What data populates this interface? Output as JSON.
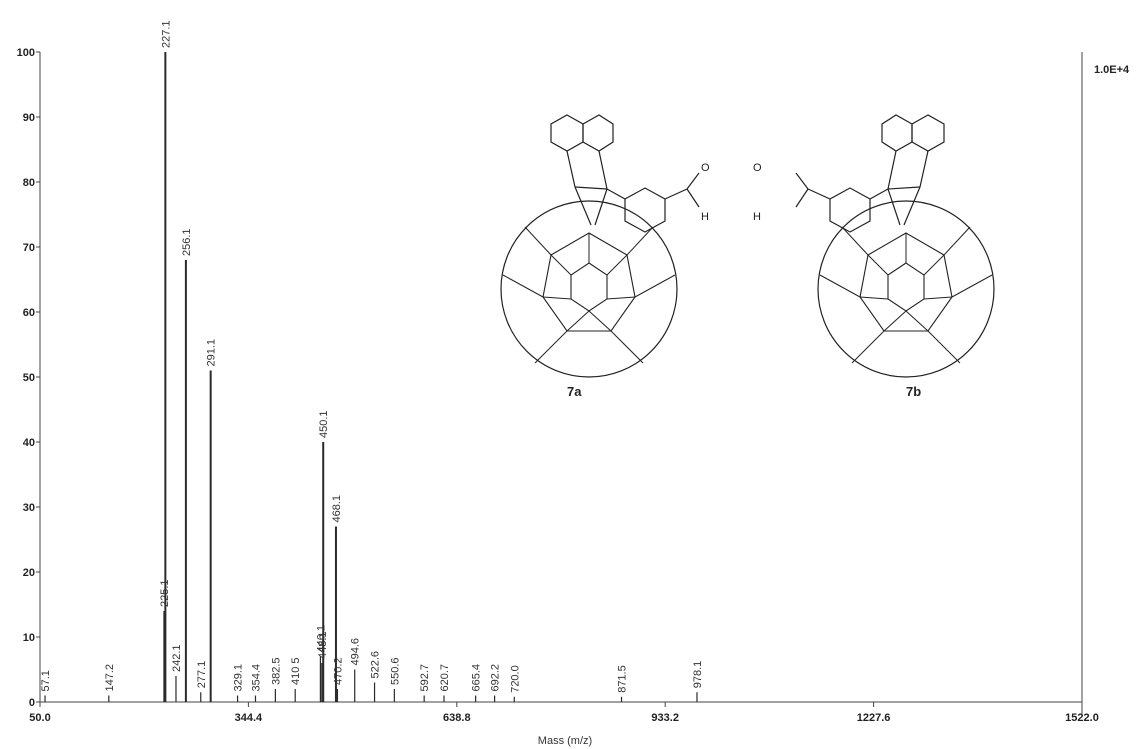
{
  "chart_data": {
    "type": "bar",
    "title": "",
    "xlabel": "Mass (m/z)",
    "ylabel": "",
    "xlim": [
      50.0,
      1522.0
    ],
    "ylim": [
      0,
      100
    ],
    "x_ticks": [
      "50.0",
      "344.4",
      "638.8",
      "933.2",
      "1227.6",
      "1522.0"
    ],
    "x_tick_values": [
      50.0,
      344.4,
      638.8,
      933.2,
      1227.6,
      1522.0
    ],
    "y_ticks": [
      0,
      10,
      20,
      30,
      40,
      50,
      60,
      70,
      80,
      90,
      100
    ],
    "right_axis_label": "1.0E+4",
    "grid": false,
    "peaks": [
      {
        "mz": 57.1,
        "label": "57.1",
        "intensity": 1
      },
      {
        "mz": 147.2,
        "label": "147.2",
        "intensity": 1
      },
      {
        "mz": 225.1,
        "label": "225.1",
        "intensity": 14
      },
      {
        "mz": 227.1,
        "label": "227.1",
        "intensity": 100
      },
      {
        "mz": 242.1,
        "label": "242.1",
        "intensity": 4
      },
      {
        "mz": 256.1,
        "label": "256.1",
        "intensity": 68
      },
      {
        "mz": 277.1,
        "label": "277.1",
        "intensity": 1.5
      },
      {
        "mz": 291.1,
        "label": "291.1",
        "intensity": 51
      },
      {
        "mz": 329.1,
        "label": "329.1",
        "intensity": 1
      },
      {
        "mz": 354.4,
        "label": "354.4",
        "intensity": 1
      },
      {
        "mz": 382.5,
        "label": "382.5",
        "intensity": 2
      },
      {
        "mz": 410.5,
        "label": "410 5",
        "intensity": 2
      },
      {
        "mz": 446.1,
        "label": "446.1",
        "intensity": 7
      },
      {
        "mz": 450.1,
        "label": "450.1",
        "intensity": 40
      },
      {
        "mz": 448.1,
        "label": "448.1",
        "intensity": 6
      },
      {
        "mz": 468.1,
        "label": "468.1",
        "intensity": 27
      },
      {
        "mz": 470.2,
        "label": "470.2",
        "intensity": 2
      },
      {
        "mz": 494.6,
        "label": "494.6",
        "intensity": 5
      },
      {
        "mz": 522.6,
        "label": "522.6",
        "intensity": 3
      },
      {
        "mz": 550.6,
        "label": "550.6",
        "intensity": 2
      },
      {
        "mz": 592.7,
        "label": "592.7",
        "intensity": 1
      },
      {
        "mz": 620.7,
        "label": "620.7",
        "intensity": 1
      },
      {
        "mz": 665.4,
        "label": "665.4",
        "intensity": 1
      },
      {
        "mz": 692.2,
        "label": "692.2",
        "intensity": 1
      },
      {
        "mz": 720.0,
        "label": "720.0",
        "intensity": 0.8
      },
      {
        "mz": 871.5,
        "label": "871.5",
        "intensity": 0.8
      },
      {
        "mz": 978.1,
        "label": "978.1",
        "intensity": 1.5
      }
    ],
    "compounds": [
      {
        "id": "7a",
        "label": "7a"
      },
      {
        "id": "7b",
        "label": "7b"
      }
    ]
  },
  "structure_labels": {
    "aldehyde_o": "O",
    "aldehyde_h": "H"
  },
  "colors": {
    "ink": "#2a2a2a",
    "axis": "#444444"
  }
}
